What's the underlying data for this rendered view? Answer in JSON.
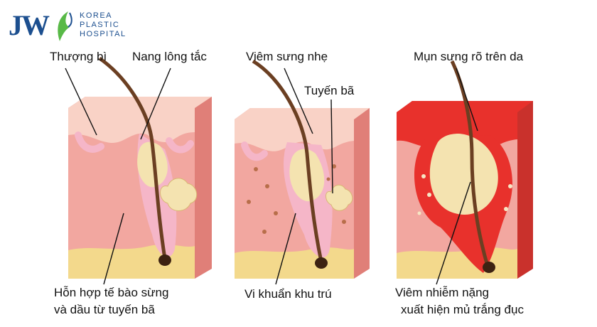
{
  "logo": {
    "mark": "JW",
    "line1": "KOREA",
    "line2": "PLASTIC",
    "line3": "HOSPITAL"
  },
  "labels": {
    "epidermis": "Thượng bì",
    "clogged_follicle": "Nang lông tắc",
    "mild_inflammation": "Viêm sưng nhẹ",
    "sebaceous_gland": "Tuyến bã",
    "visible_pimple": "Mụn sưng rõ trên da",
    "mixture_line1": "Hỗn hợp tế bào sừng",
    "mixture_line2": "và dầu  từ tuyến bã",
    "bacteria": "Vi khuẩn khu trú",
    "severe_line1": "Viêm nhiễm nặng",
    "severe_line2": "xuất hiện mủ trắng đục"
  },
  "colors": {
    "brand": "#1c4f8f",
    "skin": "#f2a7a0",
    "skin_dark": "#e07f78",
    "top_skin": "#f9d2c6",
    "fat": "#f3d98c",
    "hair": "#6b3f22",
    "follicle": "#f5b6c8",
    "sebum": "#f4e3b0",
    "inflamed": "#e8312c"
  }
}
